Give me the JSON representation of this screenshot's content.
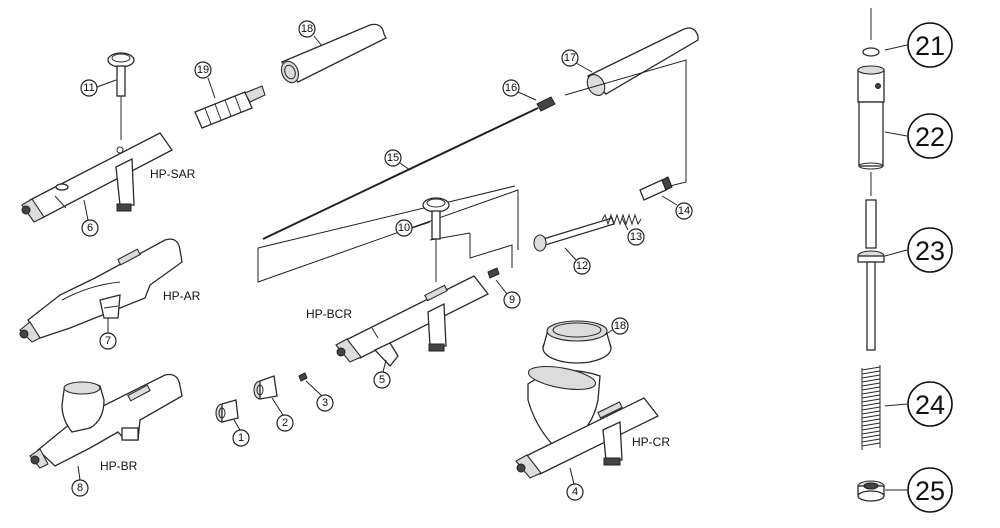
{
  "models": {
    "sar": "HP-SAR",
    "ar": "HP-AR",
    "br": "HP-BR",
    "bcr": "HP-BCR",
    "cr": "HP-CR"
  },
  "callouts": {
    "c1": "1",
    "c2": "2",
    "c3": "3",
    "c4": "4",
    "c5": "5",
    "c6": "6",
    "c7": "7",
    "c8": "8",
    "c9": "9",
    "c10": "10",
    "c11": "11",
    "c12": "12",
    "c13": "13",
    "c14": "14",
    "c15": "15",
    "c16": "16",
    "c17": "17",
    "c18a": "18",
    "c18b": "18",
    "c19": "19",
    "c21": "21",
    "c22": "22",
    "c23": "23",
    "c24": "24",
    "c25": "25"
  }
}
